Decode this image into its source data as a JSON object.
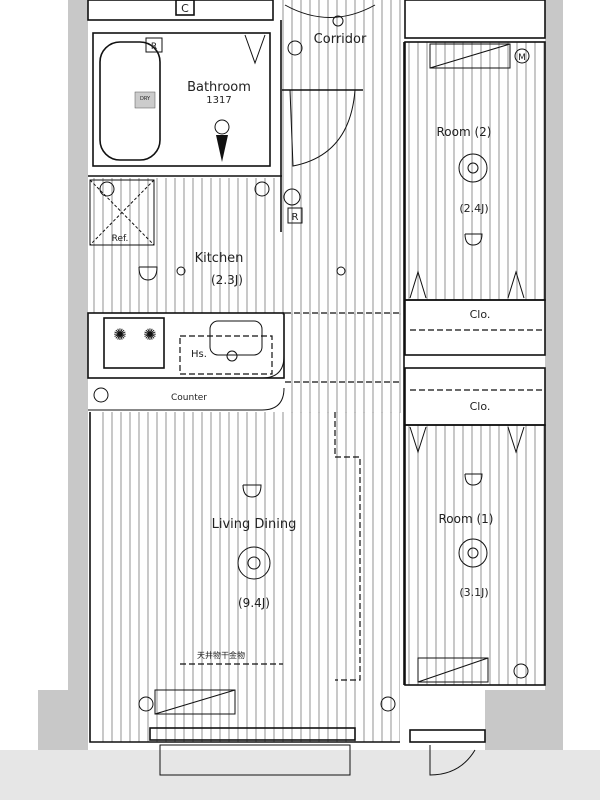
{
  "rooms": {
    "corridor": "Corridor",
    "bathroom": "Bathroom",
    "bathroom_size": "1317",
    "kitchen": "Kitchen",
    "kitchen_size": "(2.3J)",
    "room2": "Room (2)",
    "room2_size": "(2.4J)",
    "closet_upper": "Clo.",
    "closet_lower": "Clo.",
    "room1": "Room (1)",
    "room1_size": "(3.1J)",
    "living": "Living Dining",
    "living_size": "(9.4J)"
  },
  "fixtures": {
    "counter": "Counter",
    "refrigerator": "Ref.",
    "hood": "Hs.",
    "dry": "DRY",
    "ceiling_hanger": "天井物干金物",
    "c_mark": "C",
    "r_mark": "R",
    "r_mark2": "R",
    "m_mark": "M"
  }
}
